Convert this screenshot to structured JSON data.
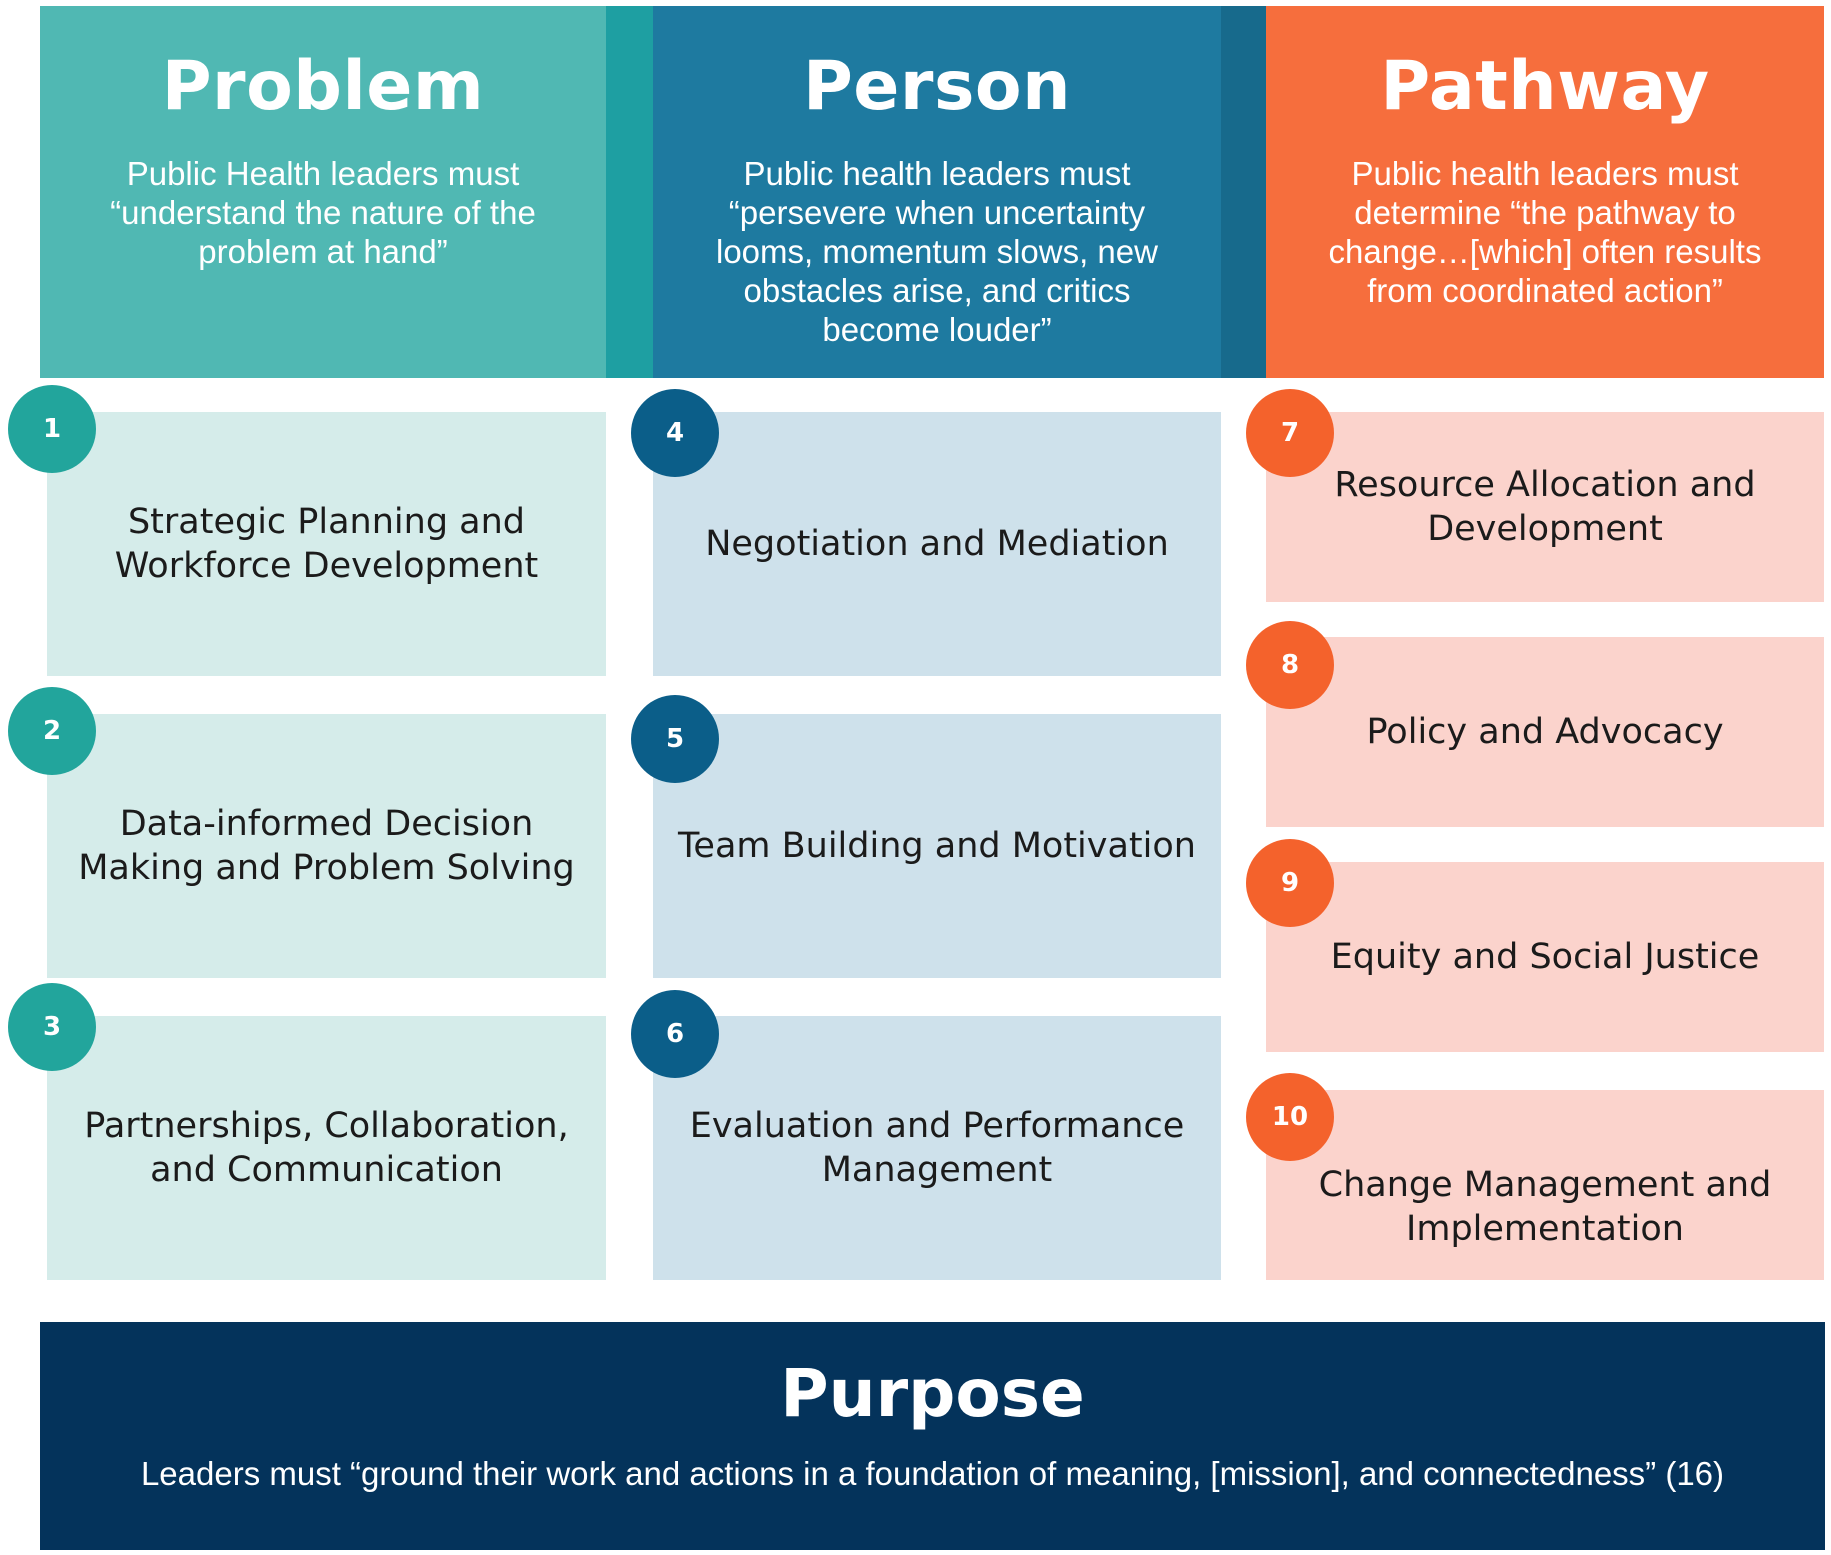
{
  "columns": {
    "problem": {
      "title": "Problem",
      "description_lines": [
        "Public Health leaders must",
        "“understand the nature of the",
        "problem at hand”"
      ]
    },
    "person": {
      "title": "Person",
      "description_lines": [
        "Public health leaders must",
        "“persevere when uncertainty",
        "looms, momentum slows, new",
        "obstacles arise, and critics",
        "become louder”"
      ]
    },
    "pathway": {
      "title": "Pathway",
      "description_lines": [
        "Public health leaders must",
        "determine “the pathway to",
        "change…[which] often results",
        "from coordinated action”"
      ]
    }
  },
  "competencies": [
    {
      "number": "1",
      "lines": [
        "Strategic Planning and",
        "Workforce Development"
      ]
    },
    {
      "number": "2",
      "lines": [
        "Data-informed Decision",
        "Making and Problem Solving"
      ]
    },
    {
      "number": "3",
      "lines": [
        "Partnerships, Collaboration,",
        "and Communication"
      ]
    },
    {
      "number": "4",
      "lines": [
        "Negotiation and Mediation"
      ]
    },
    {
      "number": "5",
      "lines": [
        "Team Building and Motivation"
      ]
    },
    {
      "number": "6",
      "lines": [
        "Evaluation and Performance",
        "Management"
      ]
    },
    {
      "number": "7",
      "lines": [
        "Resource Allocation and",
        "Development"
      ]
    },
    {
      "number": "8",
      "lines": [
        "Policy and Advocacy"
      ]
    },
    {
      "number": "9",
      "lines": [
        "Equity and Social Justice"
      ]
    },
    {
      "number": "10",
      "lines": [
        "Change Management and",
        "Implementation"
      ]
    }
  ],
  "purpose": {
    "title": "Purpose",
    "description": "Leaders must “ground their work and actions in a foundation of meaning, [mission], and connectedness” (16)"
  },
  "colors": {
    "problem_header": "#50b8b3",
    "person_header": "#1e7aa0",
    "pathway_header": "#f66e3d",
    "purpose_footer": "#04335b",
    "problem_card": "#d5ecea",
    "person_card": "#cee1eb",
    "pathway_card": "#fbd3cc",
    "problem_badge": "#22a59c",
    "person_badge": "#0b5e89",
    "pathway_badge": "#f4622c"
  }
}
